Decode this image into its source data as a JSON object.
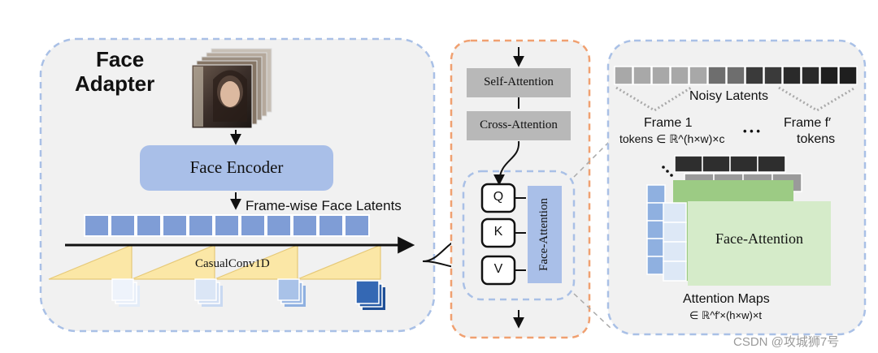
{
  "left_panel": {
    "title_line1": "Face",
    "title_line2": "Adapter",
    "encoder_label": "Face Encoder",
    "latents_label": "Frame-wise Face Latents",
    "conv_label": "CasualConv1D"
  },
  "middle_panel": {
    "self_attention": "Self-Attention",
    "cross_attention": "Cross-Attention",
    "q": "Q",
    "k": "K",
    "v": "V",
    "face_attention_vertical": "Face-Attention"
  },
  "right_panel": {
    "noisy_latents": "Noisy Latents",
    "frame1_line1": "Frame 1",
    "frame1_line2": "tokens ∈ ℝ^(h×w)×c",
    "dots": "• • •",
    "framef_line1": "Frame f′",
    "framef_line2": "tokens",
    "face_attention": "Face-Attention",
    "attention_maps": "Attention Maps",
    "attention_maps_dim": "∈ ℝ^f′×(h×w)×t"
  },
  "watermark": "CSDN @攻城狮7号",
  "colors": {
    "panel_border": "#a9c0e6",
    "panel_fill": "#f1f1f1",
    "attention_border": "#f0a070",
    "encoder_fill": "#a9bfe8",
    "latent_fill": "#7f9dd6",
    "conv_fill": "#fbe7a6",
    "face_attn_fill": "#d5ebc9",
    "face_attn_strip": "#9ccb84",
    "gray_box": "#b8b8b8"
  }
}
